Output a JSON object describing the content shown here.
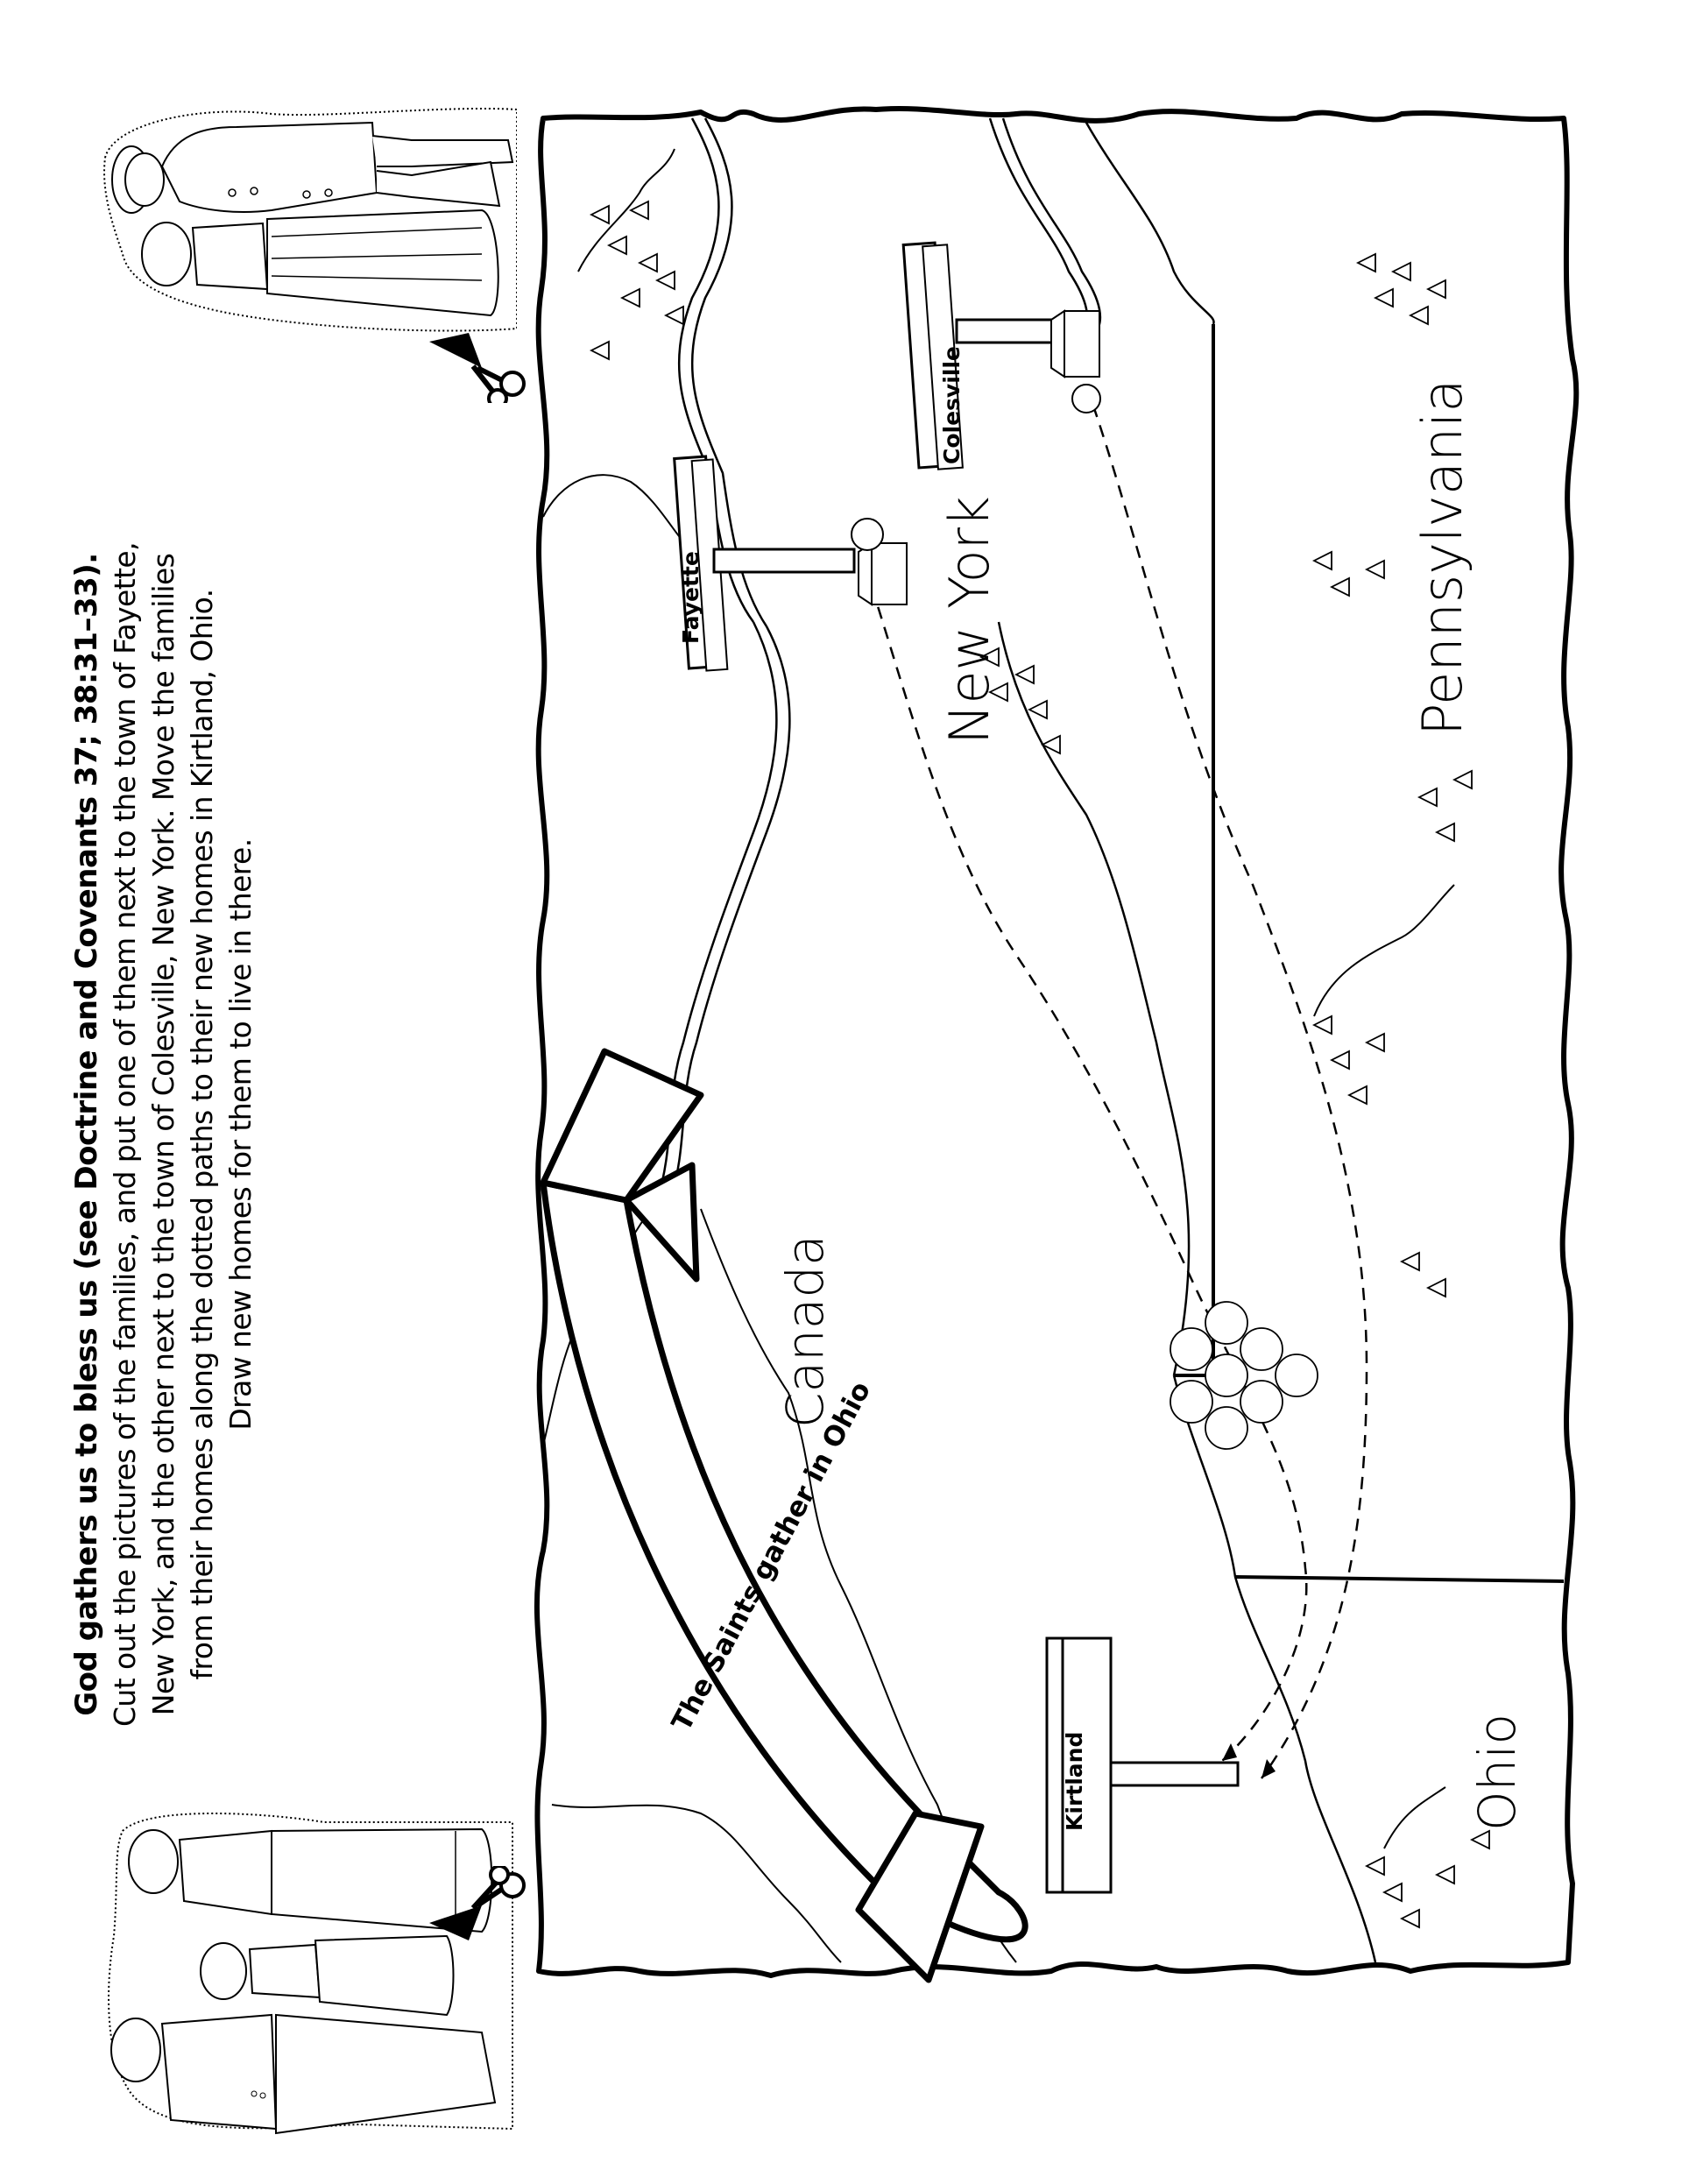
{
  "instructions": {
    "heading": "God gathers us to bless us (see Doctrine and Covenants 37; 38:31–33).",
    "lines": [
      "Cut out the pictures of the families, and put one of them next to the town of Fayette,",
      "New York, and the other next to the town of Colesville, New York. Move the families",
      "from their homes along the dotted paths to their new homes in Kirtland, Ohio.",
      "Draw new homes for them to live in there."
    ]
  },
  "cutouts": [
    {
      "id": "family-couple",
      "description": "Man in hat and coat beside woman in bonnet and long dress",
      "position": "top"
    },
    {
      "id": "family-three",
      "description": "Father, mother, and daughter in pioneer clothing",
      "position": "bottom"
    }
  ],
  "map": {
    "banner": "The Saints gather in Ohio",
    "regions": {
      "new_york": "New York",
      "pennsylvania": "Pennsylvania",
      "canada": "Canada",
      "ohio": "Ohio"
    },
    "signs": {
      "fayette": "Fayette",
      "colesville": "Colesville",
      "kirtland": "Kirtland"
    },
    "paths": [
      {
        "from": "Fayette",
        "to": "Kirtland",
        "style": "dashed"
      },
      {
        "from": "Colesville",
        "to": "Kirtland",
        "style": "dashed"
      }
    ]
  },
  "colors": {
    "ink": "#000000",
    "paper": "#ffffff"
  }
}
